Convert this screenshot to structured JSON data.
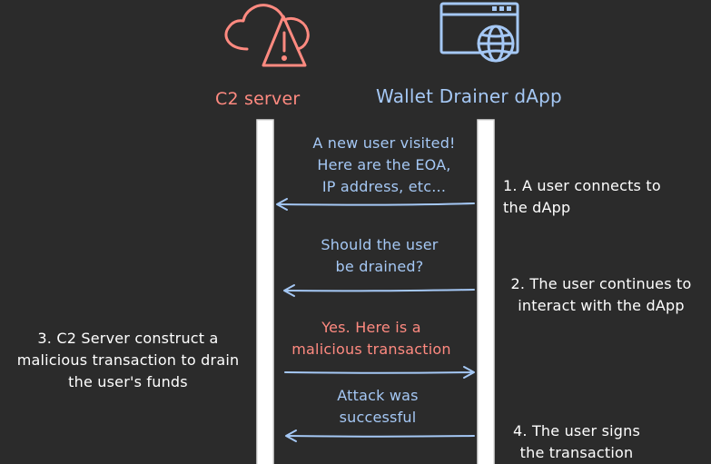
{
  "colors": {
    "background": "#2b2b2b",
    "c2": "#ff8a80",
    "dapp": "#a5c8f5",
    "white": "#ffffff",
    "text": "#ffffff"
  },
  "icons": {
    "c2": "cloud-warning-icon",
    "dapp": "browser-globe-icon"
  },
  "actors": {
    "c2_label": "C2 server",
    "dapp_label": "Wallet Drainer dApp"
  },
  "messages": {
    "m1": {
      "lines": [
        "A new user visited!",
        "Here are the EOA,",
        "IP address, etc..."
      ]
    },
    "m2": {
      "lines": [
        "Should the user",
        "be drained?"
      ]
    },
    "m3": {
      "lines": [
        "Yes. Here is a",
        "malicious transaction"
      ]
    },
    "m4": {
      "lines": [
        "Attack was",
        "successful"
      ]
    }
  },
  "steps": {
    "s1": {
      "lines": [
        "1. A user connects to",
        "the dApp"
      ]
    },
    "s2": {
      "lines": [
        "2. The user continues to",
        "interact with the dApp"
      ]
    },
    "s3": {
      "lines": [
        "3. C2 Server construct a",
        "malicious transaction to drain",
        "the user's funds"
      ]
    },
    "s4": {
      "lines": [
        "4. The user signs",
        "the transaction"
      ]
    }
  }
}
